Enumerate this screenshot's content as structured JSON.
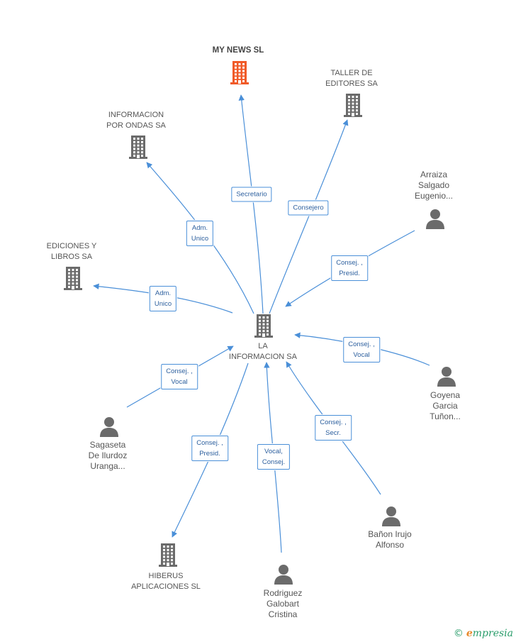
{
  "nodes": {
    "my_news": {
      "label": "MY NEWS SL",
      "color": "#f05a28"
    },
    "taller": {
      "label": "TALLER DE\nEDITORES SA"
    },
    "info_ondas": {
      "label": "INFORMACION\nPOR ONDAS SA"
    },
    "arraiza": {
      "label": "Arraiza\nSalgado\nEugenio..."
    },
    "ediciones": {
      "label": "EDICIONES Y\nLIBROS SA"
    },
    "center": {
      "label": "LA\nINFORMACION SA"
    },
    "goyena": {
      "label": "Goyena\nGarcia\nTuñon..."
    },
    "sagaseta": {
      "label": "Sagaseta\nDe Ilurdoz\nUranga..."
    },
    "hiberus": {
      "label": "HIBERUS\nAPLICACIONES SL"
    },
    "rodriguez": {
      "label": "Rodriguez\nGalobart\nCristina"
    },
    "banon": {
      "label": "Bañon Irujo\nAlfonso"
    }
  },
  "edges": {
    "secretario": "Secretario",
    "consejero": "Consejero",
    "adm_unico_1": "Adm.\nUnico",
    "consej_presid_1": "Consej. ,\nPresid.",
    "adm_unico_2": "Adm.\nUnico",
    "consej_vocal_1": "Consej. ,\nVocal",
    "consej_vocal_2": "Consej. ,\nVocal",
    "consej_secr": "Consej. ,\nSecr.",
    "consej_presid_2": "Consej. ,\nPresid.",
    "vocal_consej": "Vocal,\nConsej."
  },
  "colors": {
    "edge": "#4a8fd8",
    "building": "#6b6b6b",
    "person": "#6b6b6b",
    "focus": "#f05a28"
  },
  "footer": {
    "copyright": "©",
    "brand_first": "e",
    "brand_rest": "mpresia"
  }
}
